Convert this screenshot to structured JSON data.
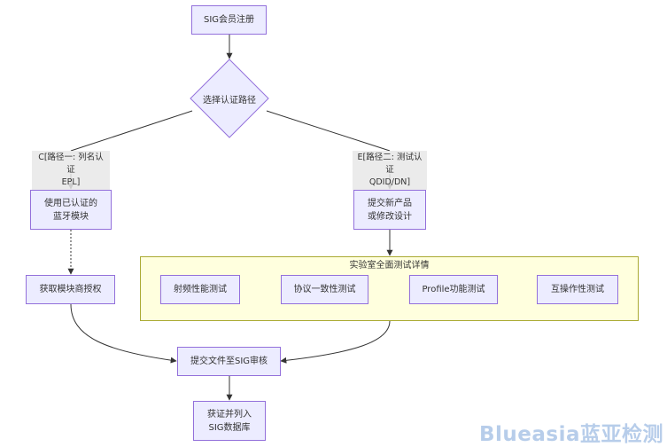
{
  "nodes": {
    "register": "SIG会员注册",
    "choose_path": "选择认证路径",
    "use_module": "使用已认证的\n蓝牙模块",
    "module_auth": "获取模块商授权",
    "submit_product": "提交新产品\n或修改设计",
    "rf_test": "射频性能测试",
    "protocol_test": "协议一致性测试",
    "profile_test": "Profile功能测试",
    "interop_test": "互操作性测试",
    "submit_docs": "提交文件至SIG审核",
    "certified": "获证并列入\nSIG数据库"
  },
  "edge_labels": {
    "path1": "C[路径一: 列名认证\nEPL]",
    "path2": "E[路径二: 测试认证\nQDID/DN]"
  },
  "cluster": {
    "title": "实验室全面测试详情"
  },
  "watermark": "Blueasia蓝亚检测",
  "colors": {
    "node_fill": "#ECECFF",
    "node_stroke": "#9370DB",
    "cluster_fill": "#ffffde",
    "cluster_stroke": "#aaaa33",
    "edge": "#333333"
  }
}
